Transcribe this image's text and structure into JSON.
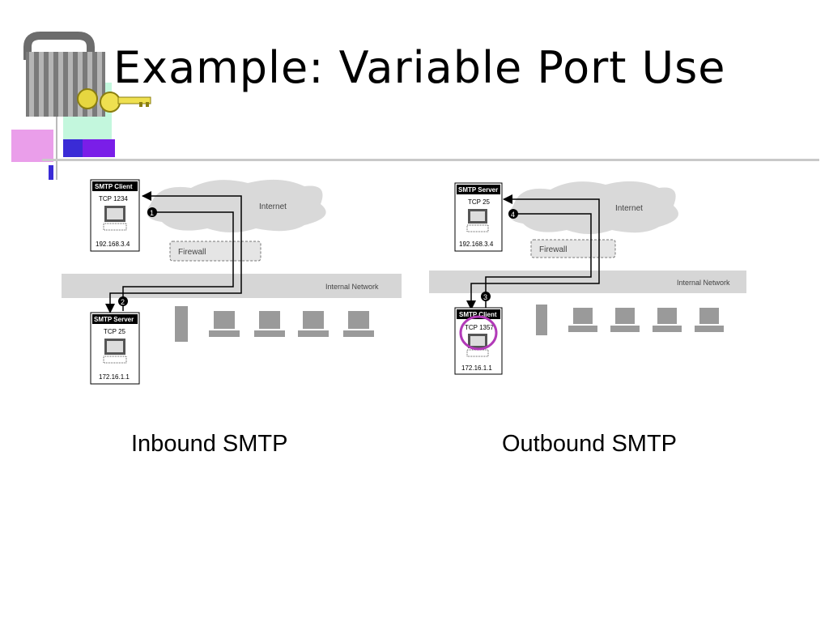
{
  "slide": {
    "title": "Example: Variable Port Use"
  },
  "inbound": {
    "caption": "Inbound SMTP",
    "top_box": {
      "title": "SMTP Client",
      "port": "TCP 1234",
      "ip": "192.168.3.4"
    },
    "bottom_box": {
      "title": "SMTP Server",
      "port": "TCP 25",
      "ip": "172.16.1.1"
    },
    "internet_label": "Internet",
    "firewall_label": "Firewall",
    "network_label": "Internal Network",
    "step_top": "1",
    "step_bottom": "2"
  },
  "outbound": {
    "caption": "Outbound SMTP",
    "top_box": {
      "title": "SMTP Server",
      "port": "TCP 25",
      "ip": "192.168.3.4"
    },
    "bottom_box": {
      "title": "SMTP Client",
      "port": "TCP 1357",
      "ip": "172.16.1.1"
    },
    "internet_label": "Internet",
    "firewall_label": "Firewall",
    "network_label": "Internal Network",
    "step_top": "4",
    "step_bottom": "3"
  },
  "colors": {
    "highlight_circle": "#b23ab8",
    "network_band": "#d6d6d6",
    "cloud": "#d9d9d9",
    "accent_blue": "#3a2bd6",
    "accent_purple": "#8a1ee0",
    "accent_mint": "#b8f5d8",
    "accent_magenta": "#d85ad8"
  }
}
